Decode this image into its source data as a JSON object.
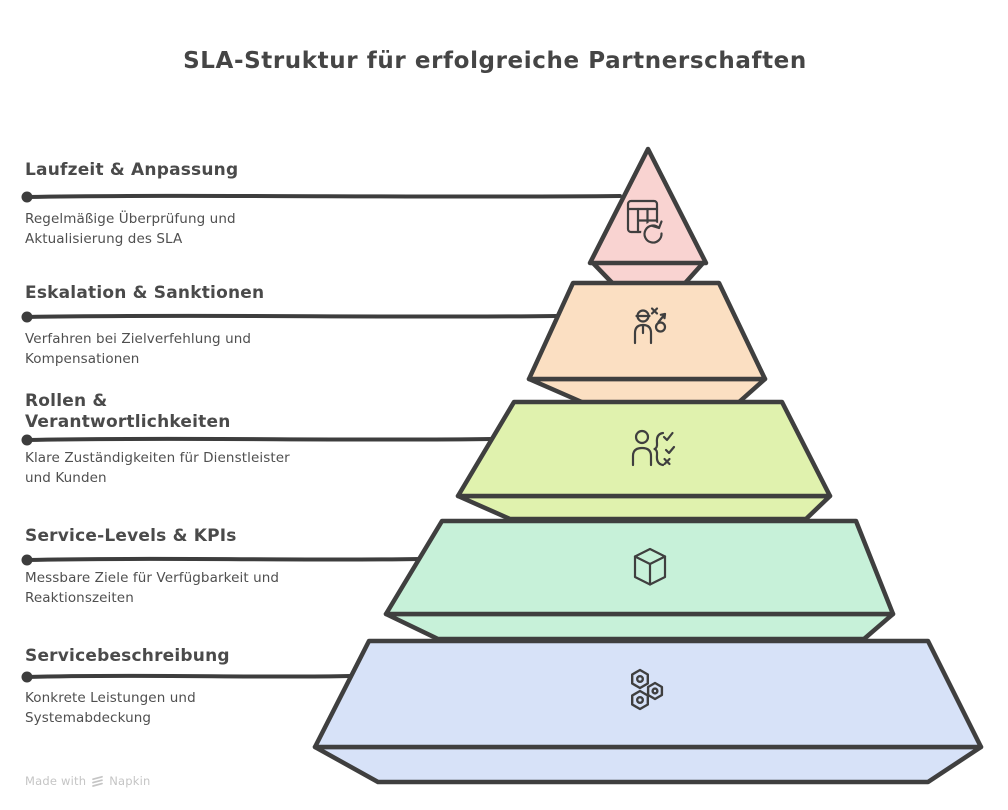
{
  "title": "SLA-Struktur für erfolgreiche Partnerschaften",
  "colors": {
    "background": "#ffffff",
    "outline": "#3f3f3f",
    "connector": "#3d3d3d",
    "heading_text": "#4a4a4a",
    "description_text": "#4f4f4f",
    "title_text": "#454545",
    "footer_text": "#c5c5c5"
  },
  "levels": [
    {
      "heading": "Laufzeit & Anpassung",
      "description": "Regelmäßige Überprüfung und Aktualisierung des SLA",
      "color": "#f9d3d1",
      "icon": "table-refresh-icon"
    },
    {
      "heading": "Eskalation & Sanktionen",
      "description": "Verfahren bei Zielverfehlung und Kompensationen",
      "color": "#fbdfc2",
      "icon": "strategy-person-icon"
    },
    {
      "heading": "Rollen & Verantwortlichkeiten",
      "description": "Klare Zuständigkeiten für Dienstleister und Kunden",
      "color": "#e0f2ae",
      "icon": "person-checklist-icon"
    },
    {
      "heading": "Service-Levels & KPIs",
      "description": "Messbare Ziele für Verfügbarkeit und Reaktionszeiten",
      "color": "#c7f1d9",
      "icon": "cube-icon"
    },
    {
      "heading": "Servicebeschreibung",
      "description": "Konkrete Leistungen und Systemabdeckung",
      "color": "#d7e2f8",
      "icon": "gears-icon"
    }
  ],
  "footer": {
    "made_with": "Made with",
    "brand": "Napkin"
  }
}
